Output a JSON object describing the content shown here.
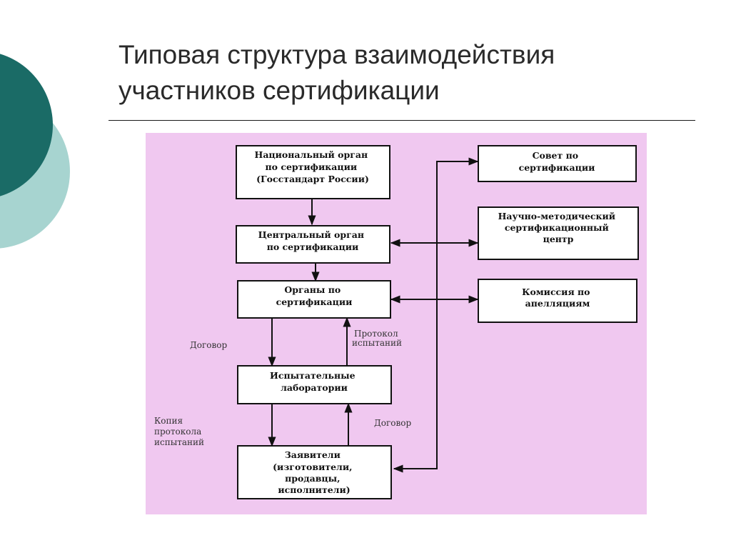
{
  "slide": {
    "title_lines": [
      "Типовая структура взаимодействия",
      "участников сертификации"
    ]
  },
  "colors": {
    "diagram_background": "#f0c8f0",
    "deco_dark": "#1a6b66",
    "deco_light": "#a7d4d0"
  },
  "diagram": {
    "boxes": {
      "national": [
        "Национальный орган",
        "по сертификации",
        "(Госстандарт России)"
      ],
      "central": [
        "Центральный орган",
        "по сертификации"
      ],
      "bodies": [
        "Органы по",
        "сертификации"
      ],
      "labs": [
        "Испытательные",
        "лаборатории"
      ],
      "applicants": [
        "Заявители",
        "(изготовители,",
        "продавцы,",
        "исполнители)"
      ],
      "council": [
        "Совет  по",
        "сертификации"
      ],
      "scientific": [
        "Научно-методический",
        "сертификационный",
        "центр"
      ],
      "appeals": [
        "Комиссия по",
        "апелляциям"
      ]
    },
    "notes": {
      "contract_left": [
        "Договор"
      ],
      "protocol": [
        "Протокол",
        "испытаний"
      ],
      "copy_protocol": [
        "Копия",
        "протокола",
        "испытаний"
      ],
      "contract_right": [
        "Договор"
      ]
    }
  }
}
